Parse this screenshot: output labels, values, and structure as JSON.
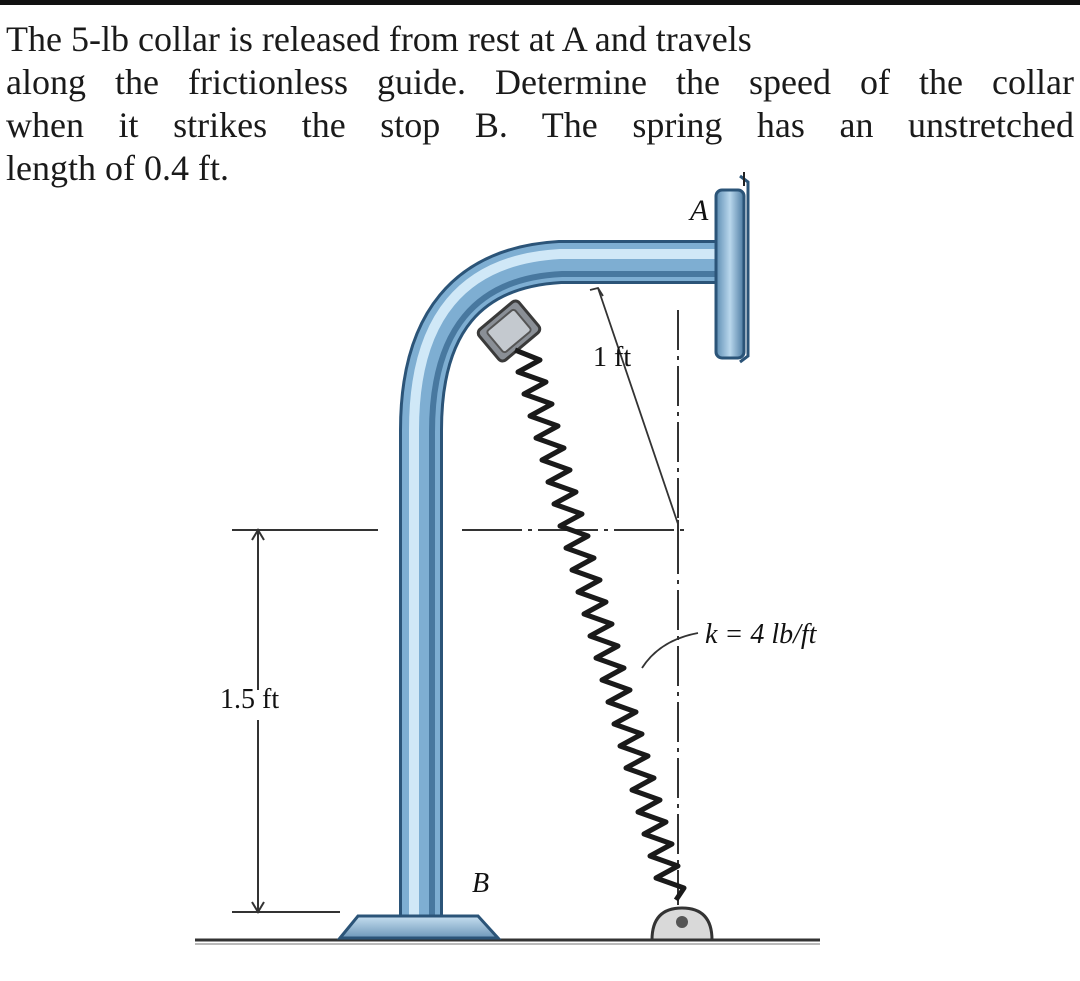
{
  "problem": {
    "lines": [
      "The 5-lb collar is released from rest at A and travels",
      "along the frictionless guide. Determine the speed of the collar",
      "when it strikes the stop B. The spring has an unstretched",
      "length of 0.4 ft."
    ]
  },
  "diagram": {
    "label_A": "A",
    "label_B": "B",
    "label_radius": "1 ft",
    "label_height": "1.5 ft",
    "label_spring": "k = 4 lb/ft"
  }
}
